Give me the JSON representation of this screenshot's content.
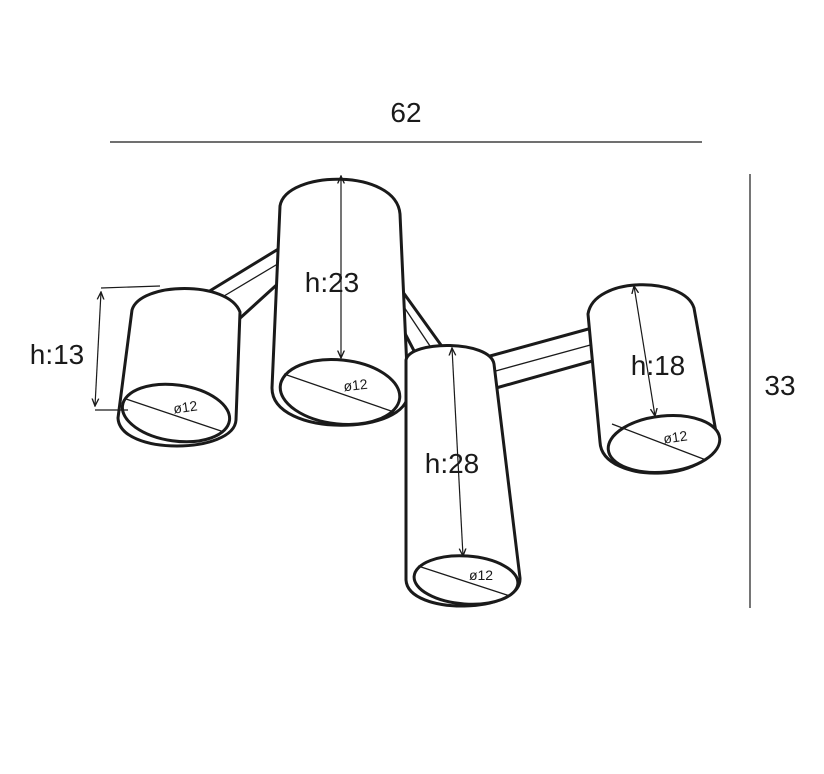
{
  "dimensions": {
    "width": "62",
    "height": "33"
  },
  "lamps": [
    {
      "height_label": "h:13",
      "diameter_label": "ø12"
    },
    {
      "height_label": "h:23",
      "diameter_label": "ø12"
    },
    {
      "height_label": "h:28",
      "diameter_label": "ø12"
    },
    {
      "height_label": "h:18",
      "diameter_label": "ø12"
    }
  ],
  "colors": {
    "line": "#1a1a1a",
    "background": "#ffffff"
  }
}
